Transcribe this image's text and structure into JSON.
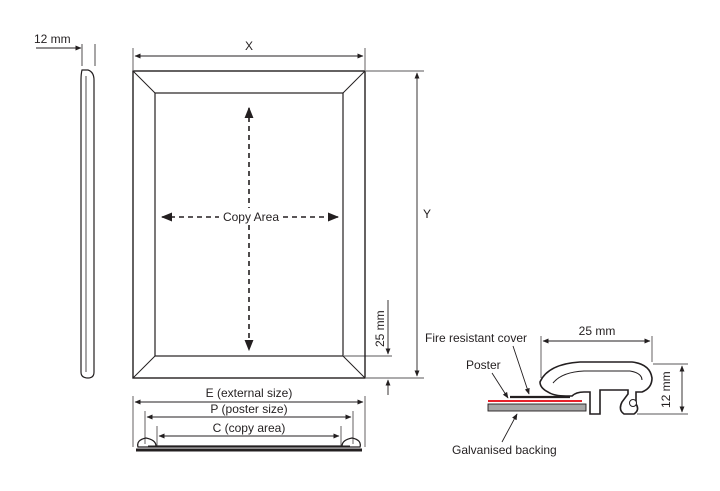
{
  "front": {
    "width_label": "X",
    "height_label": "Y",
    "copy_area_label": "Copy Area",
    "border_label": "25 mm"
  },
  "side": {
    "depth_label": "12 mm"
  },
  "bottom": {
    "external_label": "E (external size)",
    "poster_label": "P (poster size)",
    "copy_label": "C (copy area)"
  },
  "profile": {
    "width_label": "25 mm",
    "height_label": "12 mm",
    "cover_label": "Fire resistant cover",
    "poster_label": "Poster",
    "backing_label": "Galvanised backing"
  },
  "colors": {
    "line": "#231f20",
    "poster_red": "#e8202a",
    "backing_grey": "#a6a6a6",
    "profile_grey": "#d0d0d0"
  }
}
